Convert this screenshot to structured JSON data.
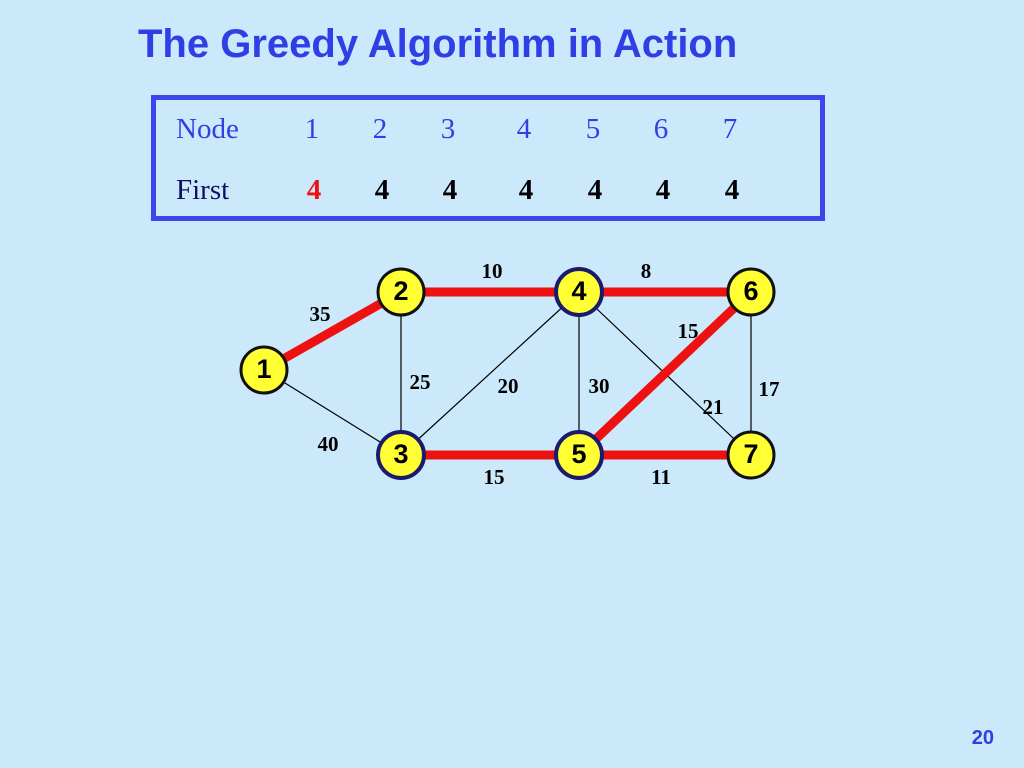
{
  "title": "The Greedy Algorithm in Action",
  "page_number": "20",
  "table": {
    "node_label": "Node",
    "first_label": "First",
    "nodes": [
      "1",
      "2",
      "3",
      "4",
      "5",
      "6",
      "7"
    ],
    "first": [
      "4",
      "4",
      "4",
      "4",
      "4",
      "4",
      "4"
    ],
    "highlight_index": 0
  },
  "graph": {
    "nodes": [
      {
        "id": "1",
        "label": "1",
        "ring": "black"
      },
      {
        "id": "2",
        "label": "2",
        "ring": "black"
      },
      {
        "id": "3",
        "label": "3",
        "ring": "navy"
      },
      {
        "id": "4",
        "label": "4",
        "ring": "navy"
      },
      {
        "id": "5",
        "label": "5",
        "ring": "navy"
      },
      {
        "id": "6",
        "label": "6",
        "ring": "black"
      },
      {
        "id": "7",
        "label": "7",
        "ring": "black"
      }
    ],
    "edges": [
      {
        "from": "1",
        "to": "2",
        "weight": "35",
        "in_tree": true
      },
      {
        "from": "1",
        "to": "3",
        "weight": "40",
        "in_tree": false
      },
      {
        "from": "2",
        "to": "4",
        "weight": "10",
        "in_tree": true
      },
      {
        "from": "2",
        "to": "3",
        "weight": "25",
        "in_tree": false
      },
      {
        "from": "3",
        "to": "4",
        "weight": "20",
        "in_tree": false
      },
      {
        "from": "3",
        "to": "5",
        "weight": "15",
        "in_tree": true
      },
      {
        "from": "4",
        "to": "5",
        "weight": "30",
        "in_tree": false
      },
      {
        "from": "4",
        "to": "6",
        "weight": "8",
        "in_tree": true
      },
      {
        "from": "4",
        "to": "7",
        "weight": "21",
        "in_tree": false
      },
      {
        "from": "5",
        "to": "6",
        "weight": "15",
        "in_tree": true
      },
      {
        "from": "5",
        "to": "7",
        "weight": "11",
        "in_tree": true
      },
      {
        "from": "6",
        "to": "7",
        "weight": "17",
        "in_tree": false
      }
    ],
    "colors": {
      "tree_edge": "#ee1111",
      "plain_edge": "#000000",
      "node_fill": "#ffff33",
      "ring_black": "#111111",
      "ring_navy": "#1a1a6e"
    }
  }
}
